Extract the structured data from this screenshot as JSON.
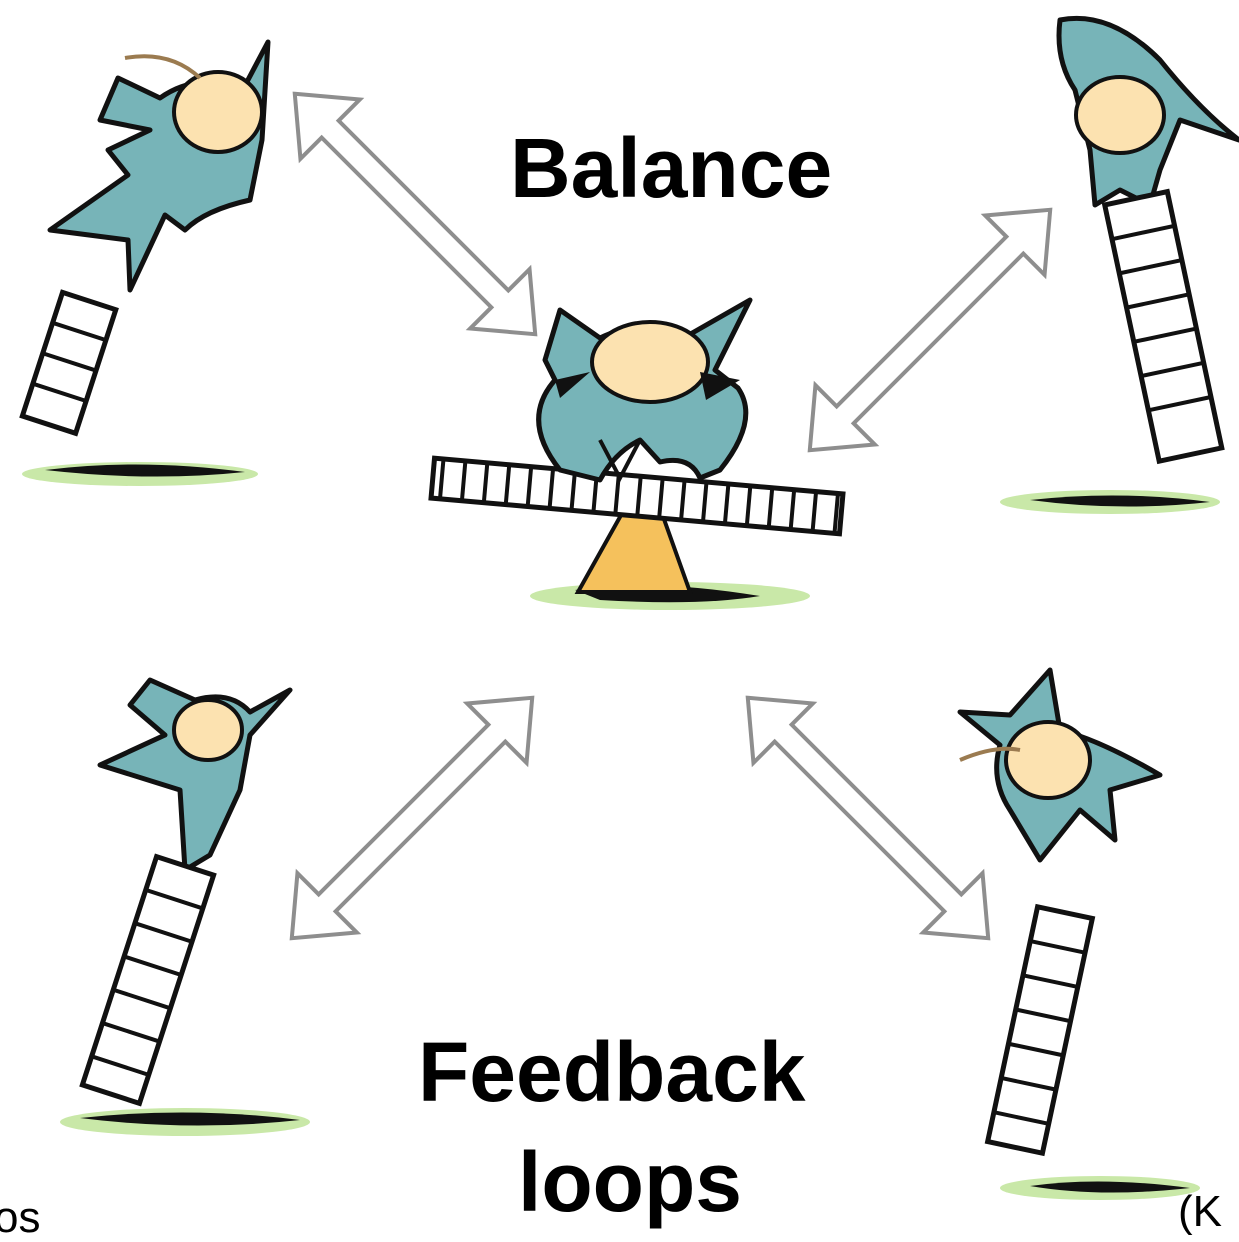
{
  "diagram": {
    "title_top": "Balance",
    "title_bottom_line1": "Feedback",
    "title_bottom_line2": "loops",
    "corner_left_fragment": "os",
    "corner_right_fragment": "(K",
    "colors": {
      "body_teal": "#77b4b8",
      "face_cream": "#fce2b0",
      "outline": "#111111",
      "arrow_gray": "#8e8e8e",
      "ground_green": "#c9e8a8",
      "cone_yellow": "#f5c15c"
    },
    "figures": [
      {
        "name": "figure-center-balanced",
        "state": "balanced on seesaw"
      },
      {
        "name": "figure-top-left",
        "state": "falling off stilt"
      },
      {
        "name": "figure-top-right",
        "state": "tilting on tall stilt"
      },
      {
        "name": "figure-bottom-left",
        "state": "tilting on tall stilt"
      },
      {
        "name": "figure-bottom-right",
        "state": "falling off stilt"
      }
    ],
    "arrows": [
      {
        "name": "arrow-top-left",
        "type": "double-headed"
      },
      {
        "name": "arrow-top-right",
        "type": "double-headed"
      },
      {
        "name": "arrow-bottom-left",
        "type": "double-headed"
      },
      {
        "name": "arrow-bottom-right",
        "type": "double-headed"
      }
    ]
  }
}
